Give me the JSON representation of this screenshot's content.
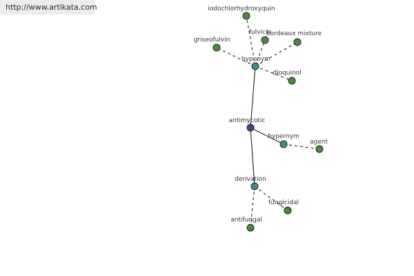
{
  "watermark": "http://www.artikata.com",
  "colors": {
    "leaf": "#4c8a40",
    "relation": "#3e8c90",
    "root": "#3a4a8a"
  },
  "nodes": [
    {
      "id": "antimycotic",
      "label": "antimycotic",
      "kind": "root"
    },
    {
      "id": "hyponym",
      "label": "hyponym",
      "kind": "relation"
    },
    {
      "id": "hypernym",
      "label": "hypernym",
      "kind": "relation"
    },
    {
      "id": "derivation",
      "label": "derivation",
      "kind": "relation"
    },
    {
      "id": "iodochlorhydroxyquin",
      "label": "iodochlorhydroxyquin",
      "kind": "leaf"
    },
    {
      "id": "fulvicin",
      "label": "fulvicin",
      "kind": "leaf"
    },
    {
      "id": "bordeaux-mixture",
      "label": "bordeaux mixture",
      "kind": "leaf"
    },
    {
      "id": "griseofulvin",
      "label": "griseofulvin",
      "kind": "leaf"
    },
    {
      "id": "dioquinol",
      "label": "dioquinol",
      "kind": "leaf"
    },
    {
      "id": "agent",
      "label": "agent",
      "kind": "leaf"
    },
    {
      "id": "fungicidal",
      "label": "fungicidal",
      "kind": "leaf"
    },
    {
      "id": "antifungal",
      "label": "antifungal",
      "kind": "leaf"
    }
  ],
  "edges": [
    {
      "from": "antimycotic",
      "to": "hyponym",
      "style": "solid"
    },
    {
      "from": "antimycotic",
      "to": "hypernym",
      "style": "solid"
    },
    {
      "from": "antimycotic",
      "to": "derivation",
      "style": "solid"
    },
    {
      "from": "hyponym",
      "to": "iodochlorhydroxyquin",
      "style": "dashed"
    },
    {
      "from": "hyponym",
      "to": "fulvicin",
      "style": "dashed"
    },
    {
      "from": "hyponym",
      "to": "bordeaux-mixture",
      "style": "dashed"
    },
    {
      "from": "hyponym",
      "to": "griseofulvin",
      "style": "dashed"
    },
    {
      "from": "hyponym",
      "to": "dioquinol",
      "style": "dashed"
    },
    {
      "from": "hypernym",
      "to": "agent",
      "style": "dashed"
    },
    {
      "from": "derivation",
      "to": "fungicidal",
      "style": "dashed"
    },
    {
      "from": "derivation",
      "to": "antifungal",
      "style": "dashed"
    }
  ]
}
